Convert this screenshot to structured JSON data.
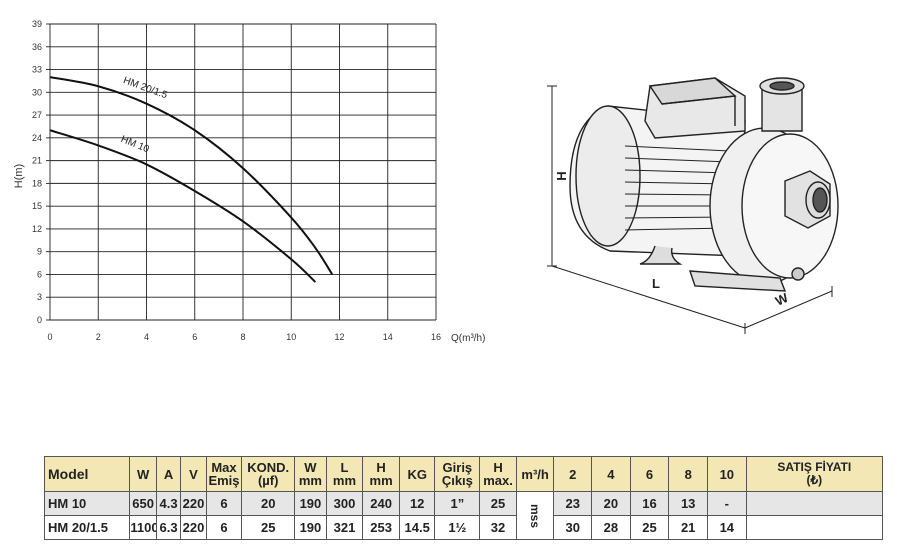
{
  "chart_data": {
    "type": "line",
    "xlabel": "Q(m³/h)",
    "ylabel": "H(m)",
    "xlim": [
      0,
      16
    ],
    "ylim": [
      0,
      39
    ],
    "x_ticks": [
      0,
      2,
      4,
      6,
      8,
      10,
      12,
      14,
      16
    ],
    "y_ticks": [
      0,
      3,
      6,
      9,
      12,
      15,
      18,
      21,
      24,
      27,
      30,
      33,
      36,
      39
    ],
    "grid": true,
    "series": [
      {
        "name": "HM 20/1.5",
        "x": [
          0,
          2,
          4,
          6,
          8,
          10,
          11,
          11.7
        ],
        "y": [
          32,
          30.8,
          28.5,
          25,
          20,
          13.5,
          9.5,
          6
        ]
      },
      {
        "name": "HM 10",
        "x": [
          0,
          2,
          4,
          6,
          8,
          10,
          11
        ],
        "y": [
          25,
          23,
          20.5,
          17,
          13,
          8,
          5
        ]
      }
    ]
  },
  "diagram": {
    "labels": {
      "height": "H",
      "length": "L",
      "width": "W"
    }
  },
  "table": {
    "headers": [
      [
        "Model"
      ],
      [
        "W"
      ],
      [
        "A"
      ],
      [
        "V"
      ],
      [
        "Max",
        "Emiş"
      ],
      [
        "KOND.",
        "(µf)"
      ],
      [
        "W",
        "mm"
      ],
      [
        "L",
        "mm"
      ],
      [
        "H",
        "mm"
      ],
      [
        "KG"
      ],
      [
        "Giriş",
        "Çıkış"
      ],
      [
        "H",
        "max."
      ],
      [
        "m³/h"
      ],
      [
        "2"
      ],
      [
        "4"
      ],
      [
        "6"
      ],
      [
        "8"
      ],
      [
        "10"
      ],
      [
        "SATIŞ FİYATI",
        "(₺)"
      ]
    ],
    "unit_label": "mss",
    "rows": [
      {
        "model": "HM 10",
        "w": "650",
        "a": "4.3",
        "v": "220",
        "max_emis": "6",
        "kond": "20",
        "w_mm": "190",
        "l_mm": "300",
        "h_mm": "240",
        "kg": "12",
        "giris": "1”",
        "hmax": "25",
        "flow": [
          "23",
          "20",
          "16",
          "13",
          "-"
        ],
        "price": ""
      },
      {
        "model": "HM 20/1.5",
        "w": "1100",
        "a": "6.3",
        "v": "220",
        "max_emis": "6",
        "kond": "25",
        "w_mm": "190",
        "l_mm": "321",
        "h_mm": "253",
        "kg": "14.5",
        "giris": "1½",
        "hmax": "32",
        "flow": [
          "30",
          "28",
          "25",
          "21",
          "14"
        ],
        "price": ""
      }
    ]
  }
}
